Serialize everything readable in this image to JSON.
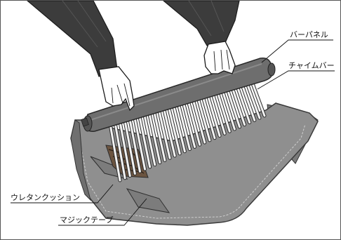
{
  "labels": {
    "bar_panel": "バーパネル",
    "chime_bar": "チャイムバー",
    "urethane_cushion": "ウレタンクッション",
    "magic_tape": "マジックテープ"
  },
  "colors": {
    "sleeve": "#3c3c3c",
    "glove": "#ffffff",
    "case_fill": "#8f8f8f",
    "case_edge": "#5a5a5a",
    "bar_panel": "#6e6e6e",
    "chime": "#f2f2f2",
    "cushion_texture": "#6b5440"
  },
  "icons": {
    "left_hand": "gloved-hand-icon",
    "right_hand": "gloved-hand-icon"
  }
}
